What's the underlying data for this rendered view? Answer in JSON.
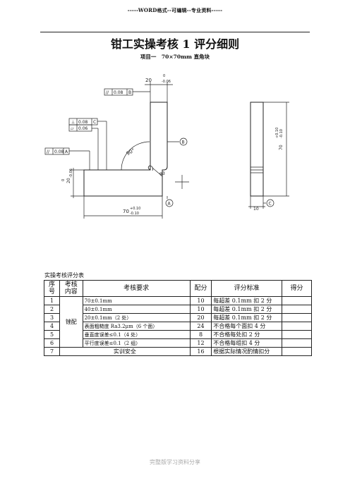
{
  "header": {
    "text": "-----WORD格式--可编辑--专业资料-----"
  },
  "title": "钳工实操考核 1 评分细则",
  "subtitle": "项目一　70×70mm 直角块",
  "drawing": {
    "top_dim": "20-0.06",
    "top_dim_upper": "0",
    "top_dim_lower": "-0.06",
    "fcf_parallel_top": {
      "symbol": "//",
      "value": "0.08",
      "datum": "B"
    },
    "fcf_perp": {
      "symbol": "⊥",
      "value": "0.08",
      "datum": "C"
    },
    "fcf_flat": {
      "symbol": "▱",
      "value": "0.06"
    },
    "fcf_parallel_left": {
      "symbol": "//",
      "value": "0.08",
      "datum": "A"
    },
    "angle": "90°",
    "radius": "φ3",
    "datum_b": "B",
    "datum_a": "A",
    "datum_c": "C",
    "left_dim": "20",
    "left_dim_upper": "0",
    "left_dim_lower": "-0.06",
    "bottom_dim": "70",
    "bottom_dim_upper": "+0.10",
    "bottom_dim_lower": "-0.10",
    "right_dim": "70",
    "right_dim_upper": "+0.10",
    "right_dim_lower": "-0.10",
    "thickness_dim": "10"
  },
  "table": {
    "caption": "实操考核评分表",
    "headers": {
      "seq": [
        "序",
        "号"
      ],
      "content": [
        "考核",
        "内容"
      ],
      "requirement": "考核要求",
      "points": "配分",
      "criteria": "评分标准",
      "score": "得分"
    },
    "group_label": "锉配",
    "rows": [
      {
        "seq": "1",
        "requirement": "70±0.1mm",
        "points": "10",
        "criteria": "每超差 0.1mm 扣 2 分"
      },
      {
        "seq": "2",
        "requirement": "40±0.1mm",
        "points": "10",
        "criteria": "每超差 0.1mm 扣 2 分"
      },
      {
        "seq": "3",
        "requirement": "20±0.1mm（2 处）",
        "points": "20",
        "criteria": "每超差 0.1mm 扣 2 分"
      },
      {
        "seq": "4",
        "requirement": "表面粗糙度 Ra3.2μm（6 个面）",
        "points": "24",
        "criteria": "不合格每个面扣 4 分"
      },
      {
        "seq": "5",
        "requirement": "垂直度误差≤0.1（4 处）",
        "points": "8",
        "criteria": "不合格每处扣 2 分"
      },
      {
        "seq": "6",
        "requirement": "平行度误差≤0.1（2 组）",
        "points": "12",
        "criteria": "不合格每组扣 4 分"
      }
    ],
    "safety_row": {
      "seq": "7",
      "requirement": "实训安全",
      "points": "16",
      "criteria": "根据实际情况酌情扣分"
    }
  },
  "footer": "完整版学习资料分享"
}
